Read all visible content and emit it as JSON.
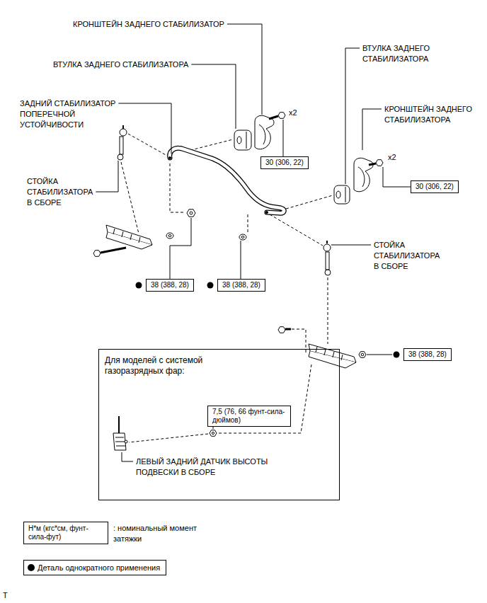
{
  "diagram": {
    "nodes": [
      {
        "text": [
          "30 (306, 22)"
        ]
      },
      {
        "text": [
          "30 (306, 22)"
        ]
      },
      {
        "text": [
          "38 (388, 28)"
        ]
      },
      {
        "text": [
          "38 (388, 28)"
        ]
      },
      {
        "text": [
          "Для моделей с системой газоразрядных фар:"
        ]
      },
      {
        "text": [
          "7,5 (76, 66 фунт-сила-дюймов)"
        ],
        "in": 4
      },
      {
        "text": [
          "38 (388, 28)"
        ]
      },
      {
        "text": [
          "Н*м (кгс*см, фунт-сила-фут)"
        ]
      }
    ],
    "labels": [
      "КРОНШТЕЙН ЗАДНЕГО СТАБИЛИЗАТОР",
      "ВТУЛКА ЗАДНЕГО СТАБИЛИЗАТОРА",
      "ЗАДНИЙ СТАБИЛИЗАТОР ПОПЕРЕЧНОЙ УСТОЙЧИВОСТИ",
      "СТОЙКА СТАБИЛИЗАТОРА В СБОРЕ",
      "x2",
      "ВТУЛКА ЗАДНЕГО СТАБИЛИЗАТОРА",
      "КРОНШТЕЙН ЗАДНЕГО СТАБИЛИЗАТОРА",
      "x2",
      "СТОЙКА СТАБИЛИЗАТОРА В СБОРЕ",
      "ЛЕВЫЙ ЗАДНИЙ ДАТЧИК ВЫСОТЫ ПОДВЕСКИ В СБОРЕ",
      ": номинальный момент затяжки",
      "T"
    ],
    "legend": [
      {
        "text": "Деталь однократного применения"
      }
    ]
  }
}
